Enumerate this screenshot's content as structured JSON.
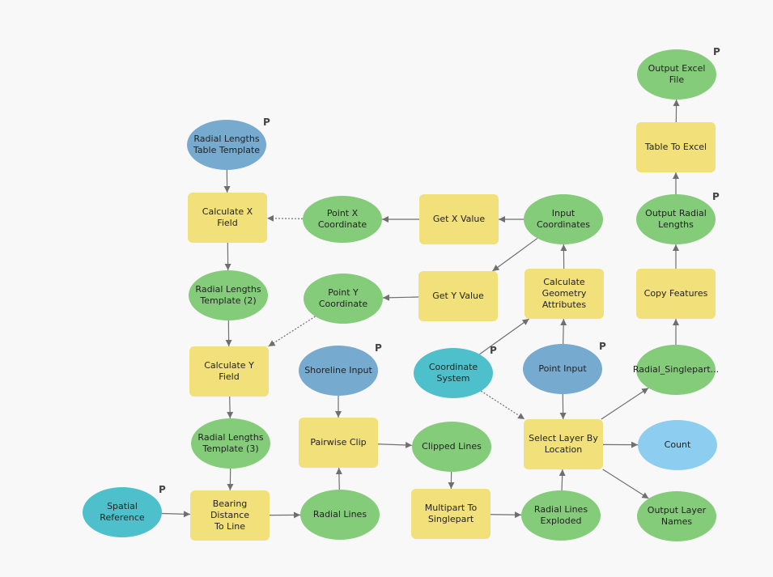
{
  "colors": {
    "tool": "#f2e07a",
    "variable": "#84cc7a",
    "input": "#77aacf",
    "coord": "#4ec0cc",
    "count": "#8ccdf0",
    "connector": "#6f6f6f",
    "background": "#f8f8f8"
  },
  "parameter_marker": "P",
  "nodes": [
    {
      "id": "radial-lengths-table-template",
      "label": "Radial Lengths\nTable Template",
      "kind": "input",
      "param": true
    },
    {
      "id": "calculate-x-field",
      "label": "Calculate X Field",
      "kind": "tool"
    },
    {
      "id": "point-x-coordinate",
      "label": "Point X Coordinate",
      "kind": "variable"
    },
    {
      "id": "get-x-value",
      "label": "Get X Value",
      "kind": "tool"
    },
    {
      "id": "input-coordinates",
      "label": "Input Coordinates",
      "kind": "variable"
    },
    {
      "id": "radial-lengths-template-2",
      "label": "Radial Lengths\nTemplate (2)",
      "kind": "variable"
    },
    {
      "id": "point-y-coordinate",
      "label": "Point Y Coordinate",
      "kind": "variable"
    },
    {
      "id": "get-y-value",
      "label": "Get Y Value",
      "kind": "tool"
    },
    {
      "id": "calculate-geometry-attributes",
      "label": "Calculate\nGeometry\nAttributes",
      "kind": "tool"
    },
    {
      "id": "calculate-y-field",
      "label": "Calculate Y Field",
      "kind": "tool"
    },
    {
      "id": "shoreline-input",
      "label": "Shoreline Input",
      "kind": "input",
      "param": true
    },
    {
      "id": "coordinate-system",
      "label": "Coordinate System",
      "kind": "coord",
      "param": true
    },
    {
      "id": "point-input",
      "label": "Point Input",
      "kind": "input",
      "param": true
    },
    {
      "id": "radial-lengths-template-3",
      "label": "Radial Lengths\nTemplate (3)",
      "kind": "variable"
    },
    {
      "id": "pairwise-clip",
      "label": "Pairwise Clip",
      "kind": "tool"
    },
    {
      "id": "clipped-lines",
      "label": "Clipped Lines",
      "kind": "variable"
    },
    {
      "id": "select-layer-by-location",
      "label": "Select Layer By\nLocation",
      "kind": "tool"
    },
    {
      "id": "count",
      "label": "Count",
      "kind": "count"
    },
    {
      "id": "spatial-reference",
      "label": "Spatial Reference",
      "kind": "coord",
      "param": true
    },
    {
      "id": "bearing-distance-to-line",
      "label": "Bearing Distance\nTo Line",
      "kind": "tool"
    },
    {
      "id": "radial-lines",
      "label": "Radial Lines",
      "kind": "variable"
    },
    {
      "id": "multipart-to-singlepart",
      "label": "Multipart To\nSinglepart",
      "kind": "tool"
    },
    {
      "id": "radial-lines-exploded",
      "label": "Radial Lines\nExploded",
      "kind": "variable"
    },
    {
      "id": "output-layer-names",
      "label": "Output Layer\nNames",
      "kind": "variable"
    },
    {
      "id": "radial-singlepart",
      "label": "Radial_Singlepart...",
      "kind": "variable"
    },
    {
      "id": "copy-features",
      "label": "Copy Features",
      "kind": "tool"
    },
    {
      "id": "output-radial-lengths",
      "label": "Output Radial\nLengths",
      "kind": "variable",
      "param": true
    },
    {
      "id": "table-to-excel",
      "label": "Table To Excel",
      "kind": "tool"
    },
    {
      "id": "output-excel-file",
      "label": "Output Excel File",
      "kind": "variable",
      "param": true
    }
  ],
  "edges": [
    {
      "from": "radial-lengths-table-template",
      "to": "calculate-x-field"
    },
    {
      "from": "point-x-coordinate",
      "to": "calculate-x-field",
      "dashed": true
    },
    {
      "from": "get-x-value",
      "to": "point-x-coordinate"
    },
    {
      "from": "input-coordinates",
      "to": "get-x-value"
    },
    {
      "from": "input-coordinates",
      "to": "get-y-value"
    },
    {
      "from": "calculate-geometry-attributes",
      "to": "input-coordinates"
    },
    {
      "from": "calculate-x-field",
      "to": "radial-lengths-template-2"
    },
    {
      "from": "radial-lengths-template-2",
      "to": "calculate-y-field"
    },
    {
      "from": "get-y-value",
      "to": "point-y-coordinate"
    },
    {
      "from": "point-y-coordinate",
      "to": "calculate-y-field",
      "dashed": true
    },
    {
      "from": "calculate-y-field",
      "to": "radial-lengths-template-3"
    },
    {
      "from": "radial-lengths-template-3",
      "to": "bearing-distance-to-line"
    },
    {
      "from": "spatial-reference",
      "to": "bearing-distance-to-line"
    },
    {
      "from": "bearing-distance-to-line",
      "to": "radial-lines"
    },
    {
      "from": "radial-lines",
      "to": "pairwise-clip"
    },
    {
      "from": "shoreline-input",
      "to": "pairwise-clip"
    },
    {
      "from": "pairwise-clip",
      "to": "clipped-lines"
    },
    {
      "from": "clipped-lines",
      "to": "multipart-to-singlepart"
    },
    {
      "from": "multipart-to-singlepart",
      "to": "radial-lines-exploded"
    },
    {
      "from": "radial-lines-exploded",
      "to": "select-layer-by-location"
    },
    {
      "from": "coordinate-system",
      "to": "calculate-geometry-attributes"
    },
    {
      "from": "coordinate-system",
      "to": "select-layer-by-location",
      "dashed": true
    },
    {
      "from": "point-input",
      "to": "calculate-geometry-attributes"
    },
    {
      "from": "point-input",
      "to": "select-layer-by-location"
    },
    {
      "from": "select-layer-by-location",
      "to": "count"
    },
    {
      "from": "select-layer-by-location",
      "to": "output-layer-names"
    },
    {
      "from": "select-layer-by-location",
      "to": "radial-singlepart"
    },
    {
      "from": "radial-singlepart",
      "to": "copy-features"
    },
    {
      "from": "copy-features",
      "to": "output-radial-lengths"
    },
    {
      "from": "output-radial-lengths",
      "to": "table-to-excel"
    },
    {
      "from": "table-to-excel",
      "to": "output-excel-file"
    }
  ]
}
